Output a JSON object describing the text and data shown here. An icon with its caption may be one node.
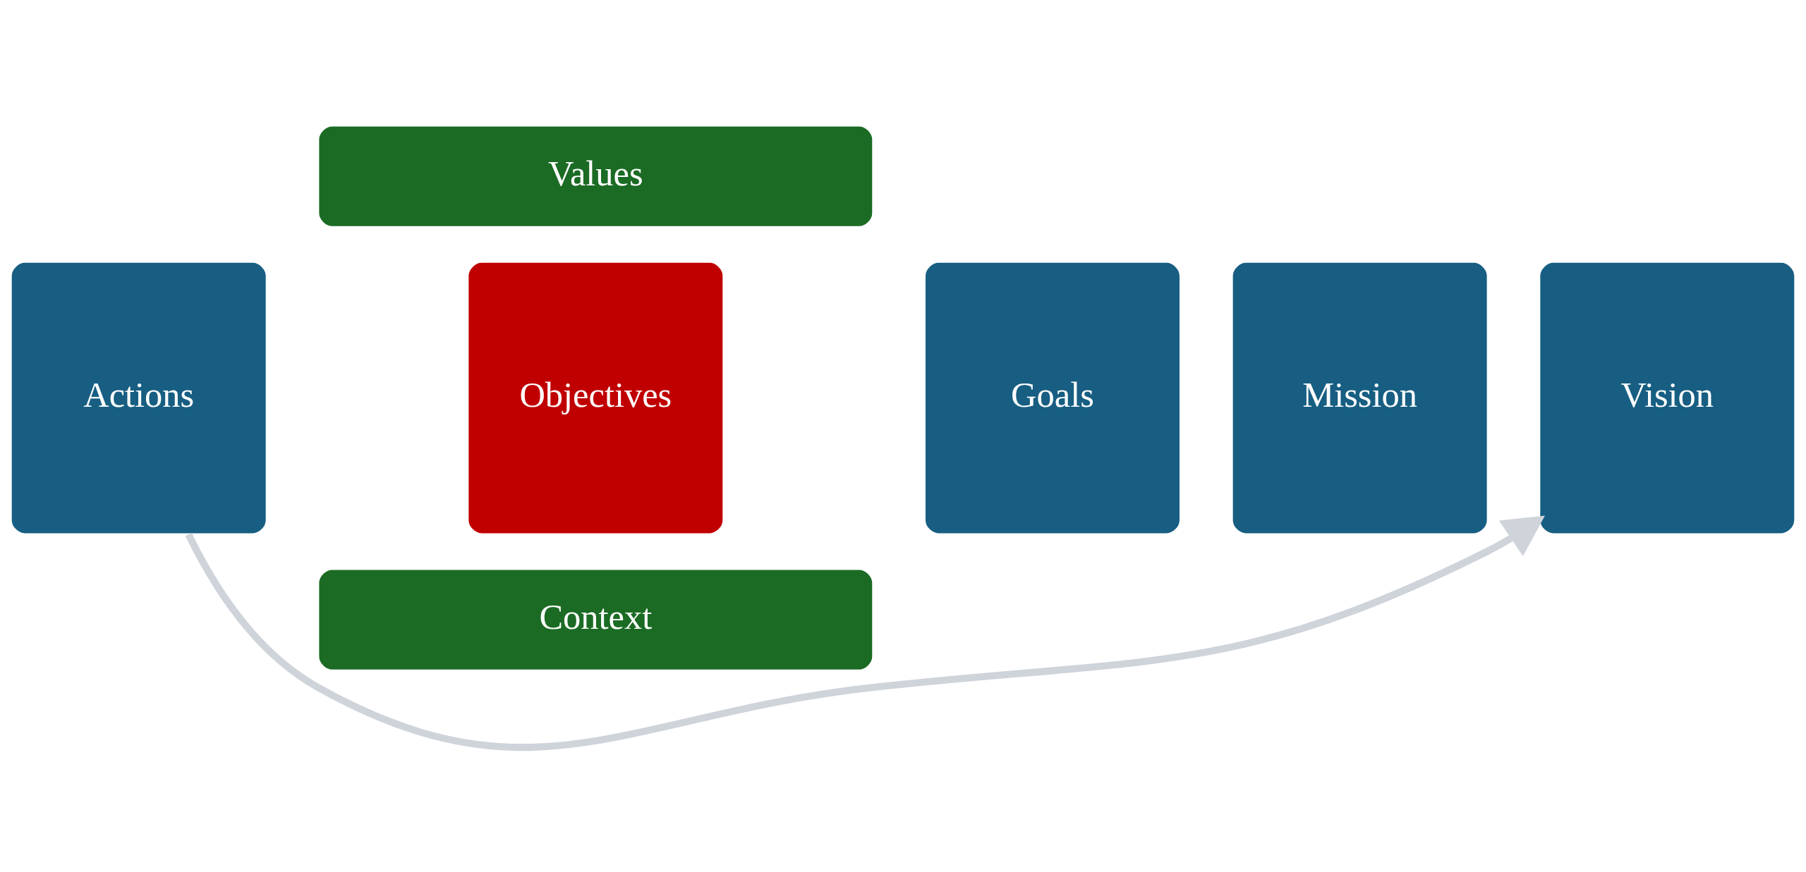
{
  "diagram": {
    "nodes": [
      {
        "text": [
          "Values"
        ]
      },
      {
        "text": [
          "Actions"
        ]
      },
      {
        "text": [
          "Objectives"
        ]
      },
      {
        "text": [
          "Goals"
        ]
      },
      {
        "text": [
          "Mission"
        ]
      },
      {
        "text": [
          "Vision"
        ]
      },
      {
        "text": [
          "Context"
        ]
      }
    ],
    "edges": [
      {
        "from": 1,
        "to": 5,
        "arrow": "to",
        "color": "#cfd4da"
      }
    ]
  }
}
